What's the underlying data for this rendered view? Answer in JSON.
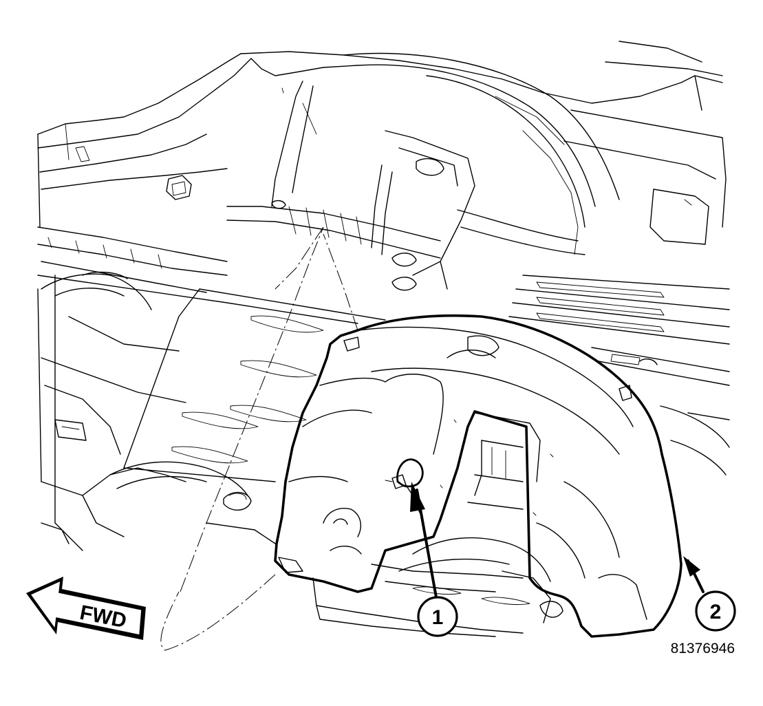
{
  "diagram": {
    "direction_label": "FWD",
    "figure_number": "81376946",
    "callouts": [
      {
        "number": "1"
      },
      {
        "number": "2"
      }
    ]
  }
}
